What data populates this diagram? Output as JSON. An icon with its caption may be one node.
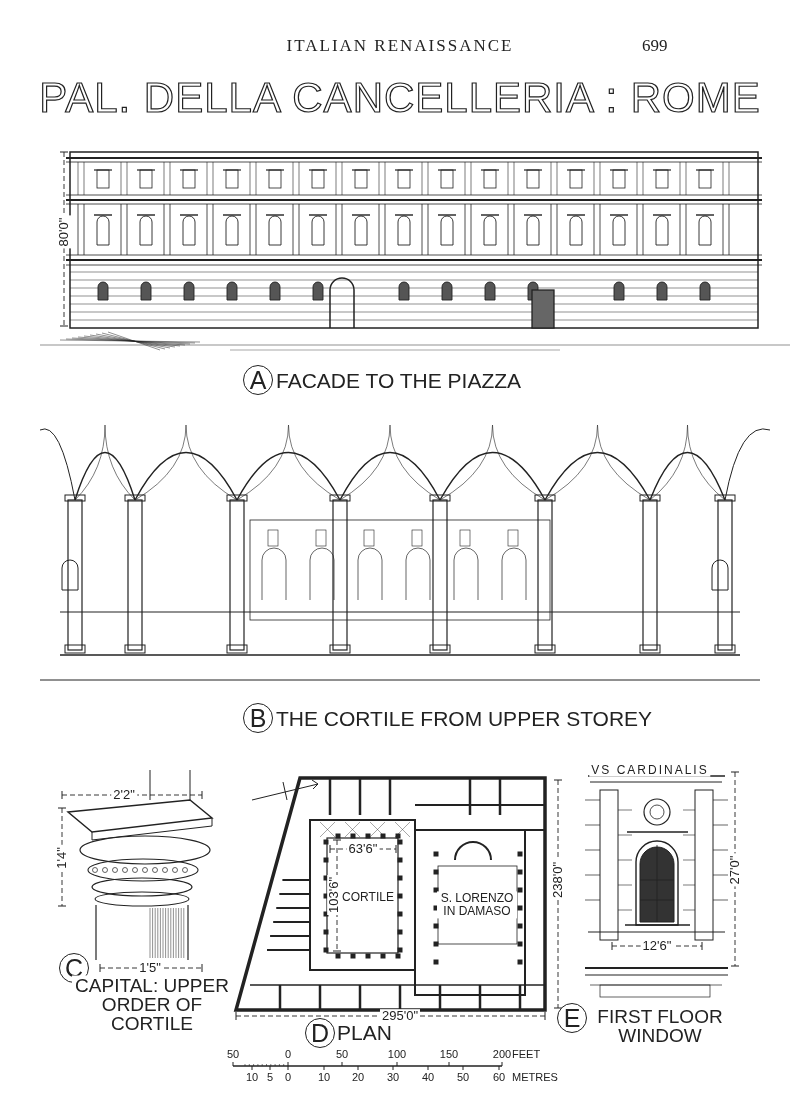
{
  "diagram": {
    "title": "PAL. DELLA CANCELLERIA : ROME",
    "labels": [
      "ITALIAN RENAISSANCE",
      "699",
      "80'0\"",
      "A",
      "FACADE TO THE PIAZZA",
      "B",
      "THE CORTILE FROM UPPER STOREY",
      "2'2\"",
      "1'4\"",
      "1'5\"",
      "C",
      "CAPITAL: UPPER ORDER OF CORTILE",
      "63'6\"",
      "103'6\"",
      "CORTILE",
      "S. LORENZO IN DAMASO",
      "238'0\"",
      "VS CARDINALIS",
      "27'0\"",
      "12'6\"",
      "295'0\"",
      "D",
      "PLAN",
      "E",
      "FIRST FLOOR WINDOW",
      "50",
      "0",
      "50",
      "100",
      "150",
      "200",
      "FEET",
      "10",
      "5",
      "0",
      "10",
      "20",
      "30",
      "40",
      "50",
      "60",
      "METRES"
    ]
  }
}
